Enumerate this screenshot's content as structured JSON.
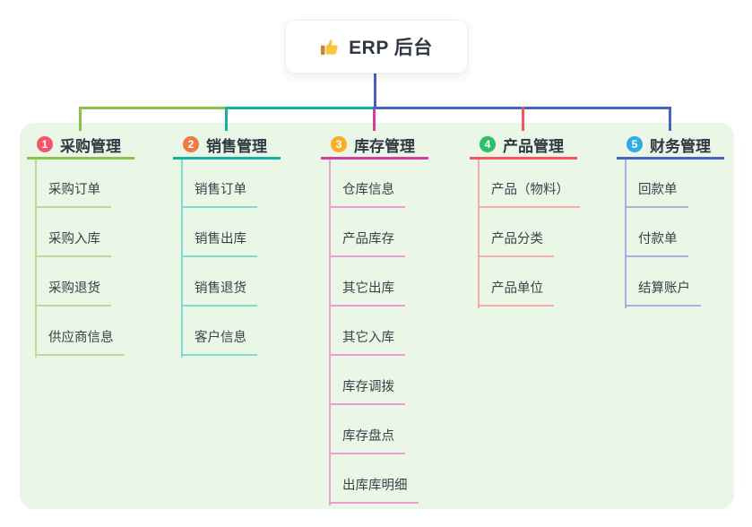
{
  "root": {
    "title": "ERP 后台",
    "icon": "thumbs-up-icon"
  },
  "branches": [
    {
      "badge": "1",
      "label": "采购管理",
      "color": "#8bc34a",
      "light_color": "#b9dc9b",
      "badge_color": "#f3566a",
      "children": [
        "采购订单",
        "采购入库",
        "采购退货",
        "供应商信息"
      ]
    },
    {
      "badge": "2",
      "label": "销售管理",
      "color": "#12b2a4",
      "light_color": "#86d9cf",
      "badge_color": "#ef7b44",
      "children": [
        "销售订单",
        "销售出库",
        "销售退货",
        "客户信息"
      ]
    },
    {
      "badge": "3",
      "label": "库存管理",
      "color": "#d63fa2",
      "light_color": "#f19bd0",
      "badge_color": "#fbad26",
      "children": [
        "仓库信息",
        "产品库存",
        "其它出库",
        "其它入库",
        "库存调拨",
        "库存盘点",
        "出库库明细"
      ]
    },
    {
      "badge": "4",
      "label": "产品管理",
      "color": "#f4565e",
      "light_color": "#f9abab",
      "badge_color": "#2ebf6b",
      "children": [
        "产品（物料）",
        "产品分类",
        "产品单位"
      ]
    },
    {
      "badge": "5",
      "label": "财务管理",
      "color": "#4465c6",
      "light_color": "#a3b4e4",
      "badge_color": "#33abe3",
      "children": [
        "回款单",
        "付款单",
        "结算账户"
      ]
    }
  ],
  "canvas": {
    "panel_background": "#eaf6e6",
    "root_line_color": "#4c5fc9"
  }
}
